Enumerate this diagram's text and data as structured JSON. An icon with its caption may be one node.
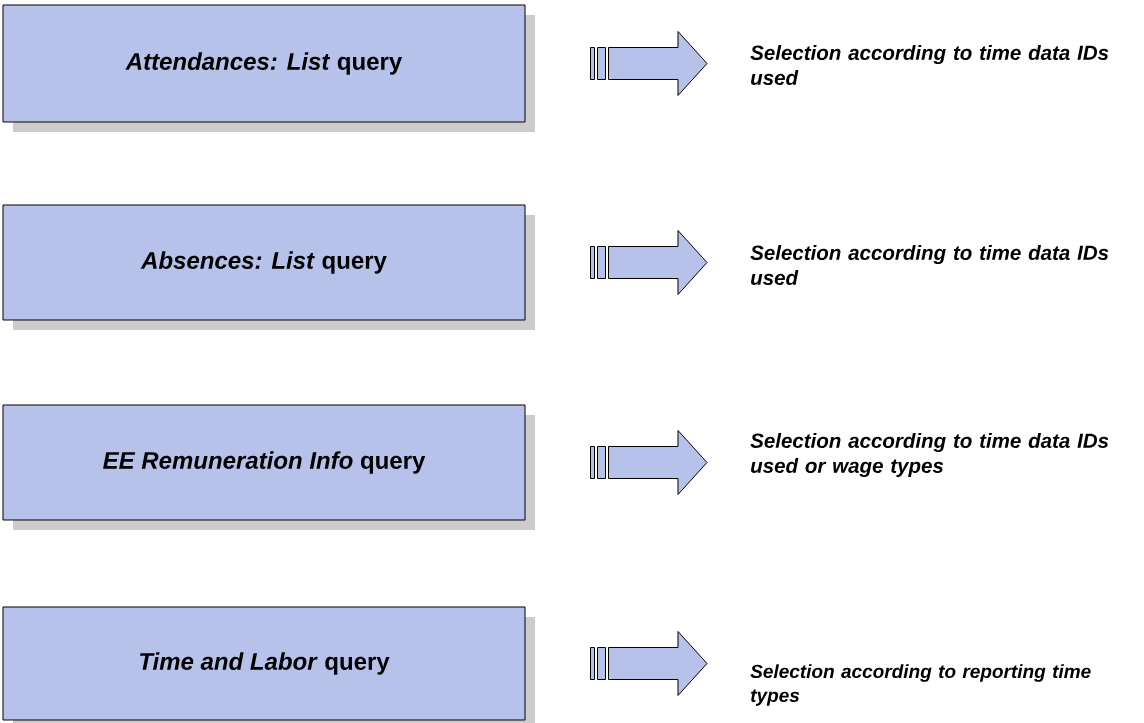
{
  "diagram": {
    "nodes": [
      {
        "text": [
          "*Attendances: List* query"
        ]
      },
      {
        "text": [
          "*Absences: List* query"
        ]
      },
      {
        "text": [
          "*EE Remuneration Info* query"
        ]
      },
      {
        "text": [
          "*Time and Labor* query"
        ]
      },
      {
        "text": [
          "Selection according to time data IDs used"
        ]
      },
      {
        "text": [
          "Selection according to time data IDs used"
        ]
      },
      {
        "text": [
          "Selection according to time data IDs used or wage types"
        ]
      },
      {
        "text": [
          "Selection according to reporting time types"
        ]
      }
    ],
    "edges": [
      {
        "from": 0,
        "to": 4,
        "arrow": "to"
      },
      {
        "from": 1,
        "to": 5,
        "arrow": "to"
      },
      {
        "from": 2,
        "to": 6,
        "arrow": "to"
      },
      {
        "from": 3,
        "to": 7,
        "arrow": "to"
      }
    ]
  }
}
